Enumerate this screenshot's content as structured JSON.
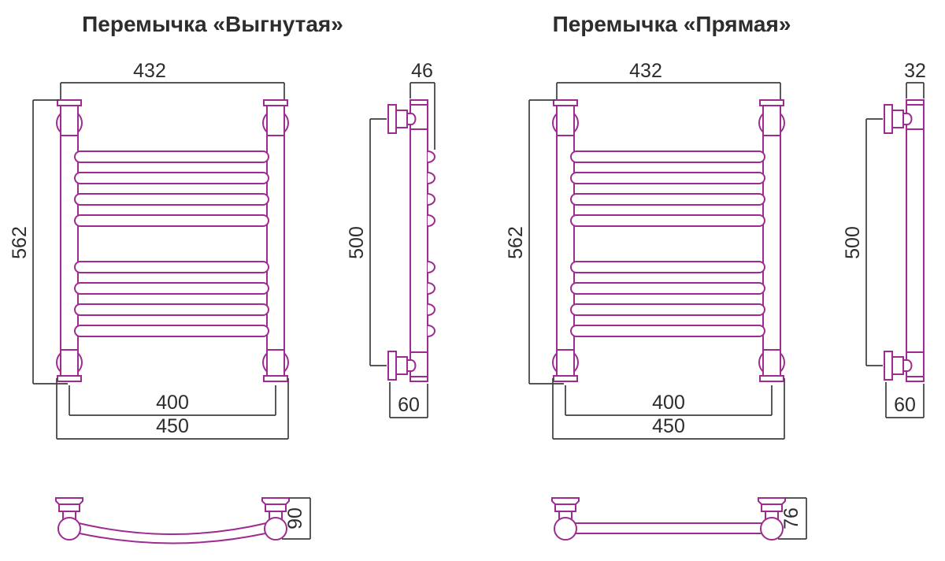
{
  "colors": {
    "drawing_line": "#9E2C90",
    "dimension_line": "#3E3E3E",
    "text": "#2D2D2D",
    "background": "#FFFFFF"
  },
  "drawings": [
    {
      "title": "Перемычка «Выгнутая»",
      "front": {
        "top_width": "432",
        "height": "562",
        "center_distance": "400",
        "overall_width": "450"
      },
      "side": {
        "top_depth": "46",
        "mount_height": "500",
        "bottom_depth": "60"
      },
      "top_view": {
        "depth": "90"
      }
    },
    {
      "title": "Перемычка «Прямая»",
      "front": {
        "top_width": "432",
        "height": "562",
        "center_distance": "400",
        "overall_width": "450"
      },
      "side": {
        "top_depth": "32",
        "mount_height": "500",
        "bottom_depth": "60"
      },
      "top_view": {
        "depth": "76"
      }
    }
  ]
}
